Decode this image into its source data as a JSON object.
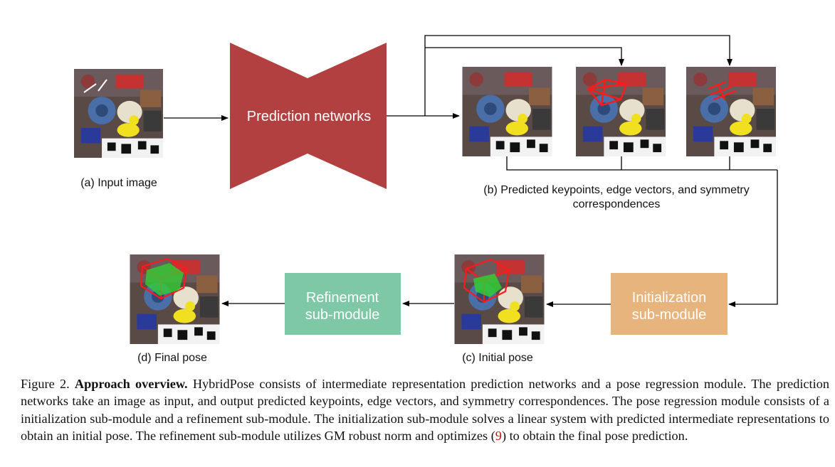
{
  "diagram": {
    "prediction_block": "Prediction networks",
    "initialization_block": [
      "Initialization",
      "sub-module"
    ],
    "refinement_block": [
      "Refinement",
      "sub-module"
    ],
    "labels": {
      "input": "(a) Input image",
      "predicted_line1": "(b) Predicted keypoints, edge vectors, and symmetry",
      "predicted_line2": "correspondences",
      "initial": "(c) Initial pose",
      "final": "(d) Final pose"
    },
    "colors": {
      "prediction": "#b34040",
      "initialization": "#e8b47e",
      "refinement": "#7ec8a6"
    }
  },
  "caption": {
    "prefix": "Figure 2. ",
    "bold": "Approach overview.",
    "text1": " HybridPose consists of intermediate representation prediction networks and a pose regression module. The prediction networks take an image as input, and output predicted keypoints, edge vectors, and symmetry correspondences. The pose regression module consists of a initialization sub-module and a refinement sub-module. The initialization sub-module solves a linear system with predicted intermediate representations to obtain an initial pose. The refinement sub-module utilizes GM robust norm and optimizes (",
    "ref": "9",
    "text2": ") to obtain the final pose prediction."
  }
}
